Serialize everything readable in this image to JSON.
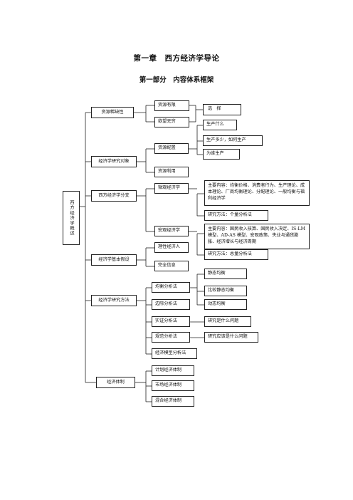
{
  "title": "第一章　西方经济学导论",
  "subtitle": "第一部分　内容体系框架",
  "root": "西方经济学概述",
  "level1": {
    "scarcity": "资源稀缺性",
    "object": "经济学研究对象",
    "branches": "西方经济学分支",
    "assumptions": "经济学基本假设",
    "methods": "经济学研究方法",
    "systems": "经济体制"
  },
  "level2": {
    "limited": "资源有限",
    "unlimited": "欲望无穷",
    "allocation": "资源配置",
    "utilization": "资源利用",
    "micro": "微观经济学",
    "macro": "宏观经济学",
    "rational": "理性经济人",
    "complete_info": "完全信息",
    "equilibrium": "均衡分析法",
    "marginal": "边际分析法",
    "positive": "实证分析法",
    "normative": "规范分析法",
    "model": "经济模型分析法",
    "planned": "计划经济体制",
    "market": "市场经济体制",
    "mixed": "混合经济体制"
  },
  "level3": {
    "choice": "选　择",
    "what": "生产什么",
    "how": "生产多少，如何生产",
    "for_whom": "为谁生产",
    "micro_content": "主要内容：均衡价格、消费者行为、生产理论、成本理论、厂商均衡理论、分配理论、一般均衡与福利经济学",
    "micro_method": "研究方法：个量分析法",
    "macro_content": "主要内容：国民收入核算、国民收入决定、IS-LM 模型、AD-AS 模型、宏观政策、失业与通货膨胀、经济增长与经济周期",
    "macro_method": "研究方法：总量分析法",
    "static": "静态均衡",
    "comparative": "比较静态均衡",
    "dynamic": "动态均衡",
    "positive_q": "研究是什么问题",
    "normative_q": "研究应该是什么问题"
  }
}
